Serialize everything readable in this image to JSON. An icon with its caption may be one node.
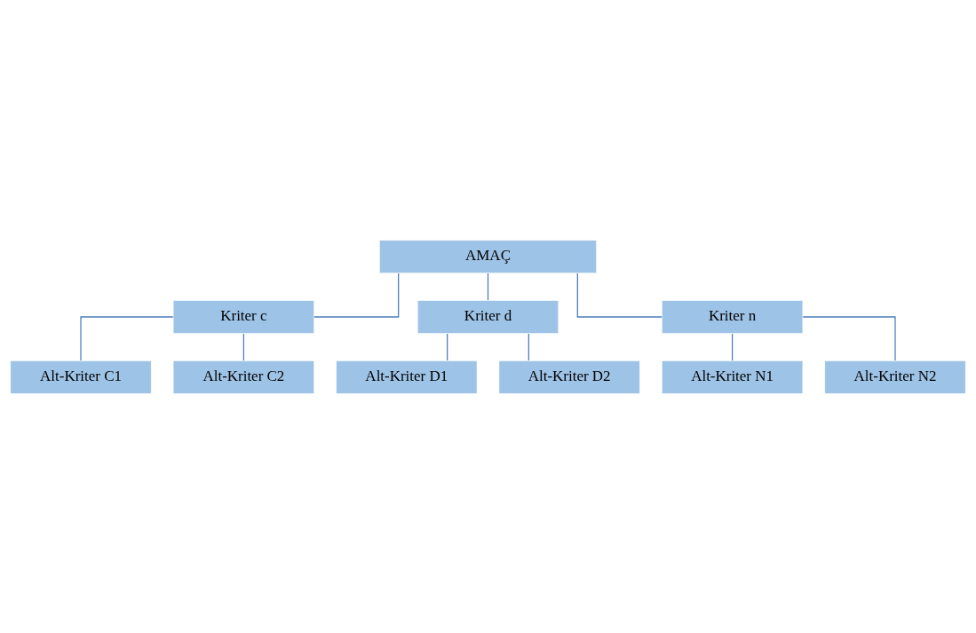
{
  "diagram": {
    "nodes": [
      {
        "text": [
          "AMAÇ"
        ]
      },
      {
        "text": [
          "Kriter c"
        ]
      },
      {
        "text": [
          "Kriter d"
        ]
      },
      {
        "text": [
          "Alt-Kriter C1"
        ]
      },
      {
        "text": [
          "Alt-Kriter C2"
        ]
      },
      {
        "text": [
          "Alt-Kriter D1"
        ]
      },
      {
        "text": [
          "Alt-Kriter D2"
        ]
      },
      {
        "text": [
          "Kriter n"
        ]
      },
      {
        "text": [
          "Alt-Kriter N1"
        ]
      },
      {
        "text": [
          "Alt-Kriter N2"
        ]
      }
    ],
    "edges": [
      {
        "from": 0,
        "to": 1,
        "arrow": "none"
      },
      {
        "from": 0,
        "to": 2,
        "arrow": "none"
      },
      {
        "from": 0,
        "to": 7,
        "arrow": "none"
      },
      {
        "from": 1,
        "to": 3,
        "arrow": "none"
      },
      {
        "from": 1,
        "to": 4,
        "arrow": "none"
      },
      {
        "from": 2,
        "to": 5,
        "arrow": "none"
      },
      {
        "from": 2,
        "to": 6,
        "arrow": "none"
      },
      {
        "from": 7,
        "to": 8,
        "arrow": "none"
      },
      {
        "from": 7,
        "to": 9,
        "arrow": "none"
      }
    ]
  }
}
